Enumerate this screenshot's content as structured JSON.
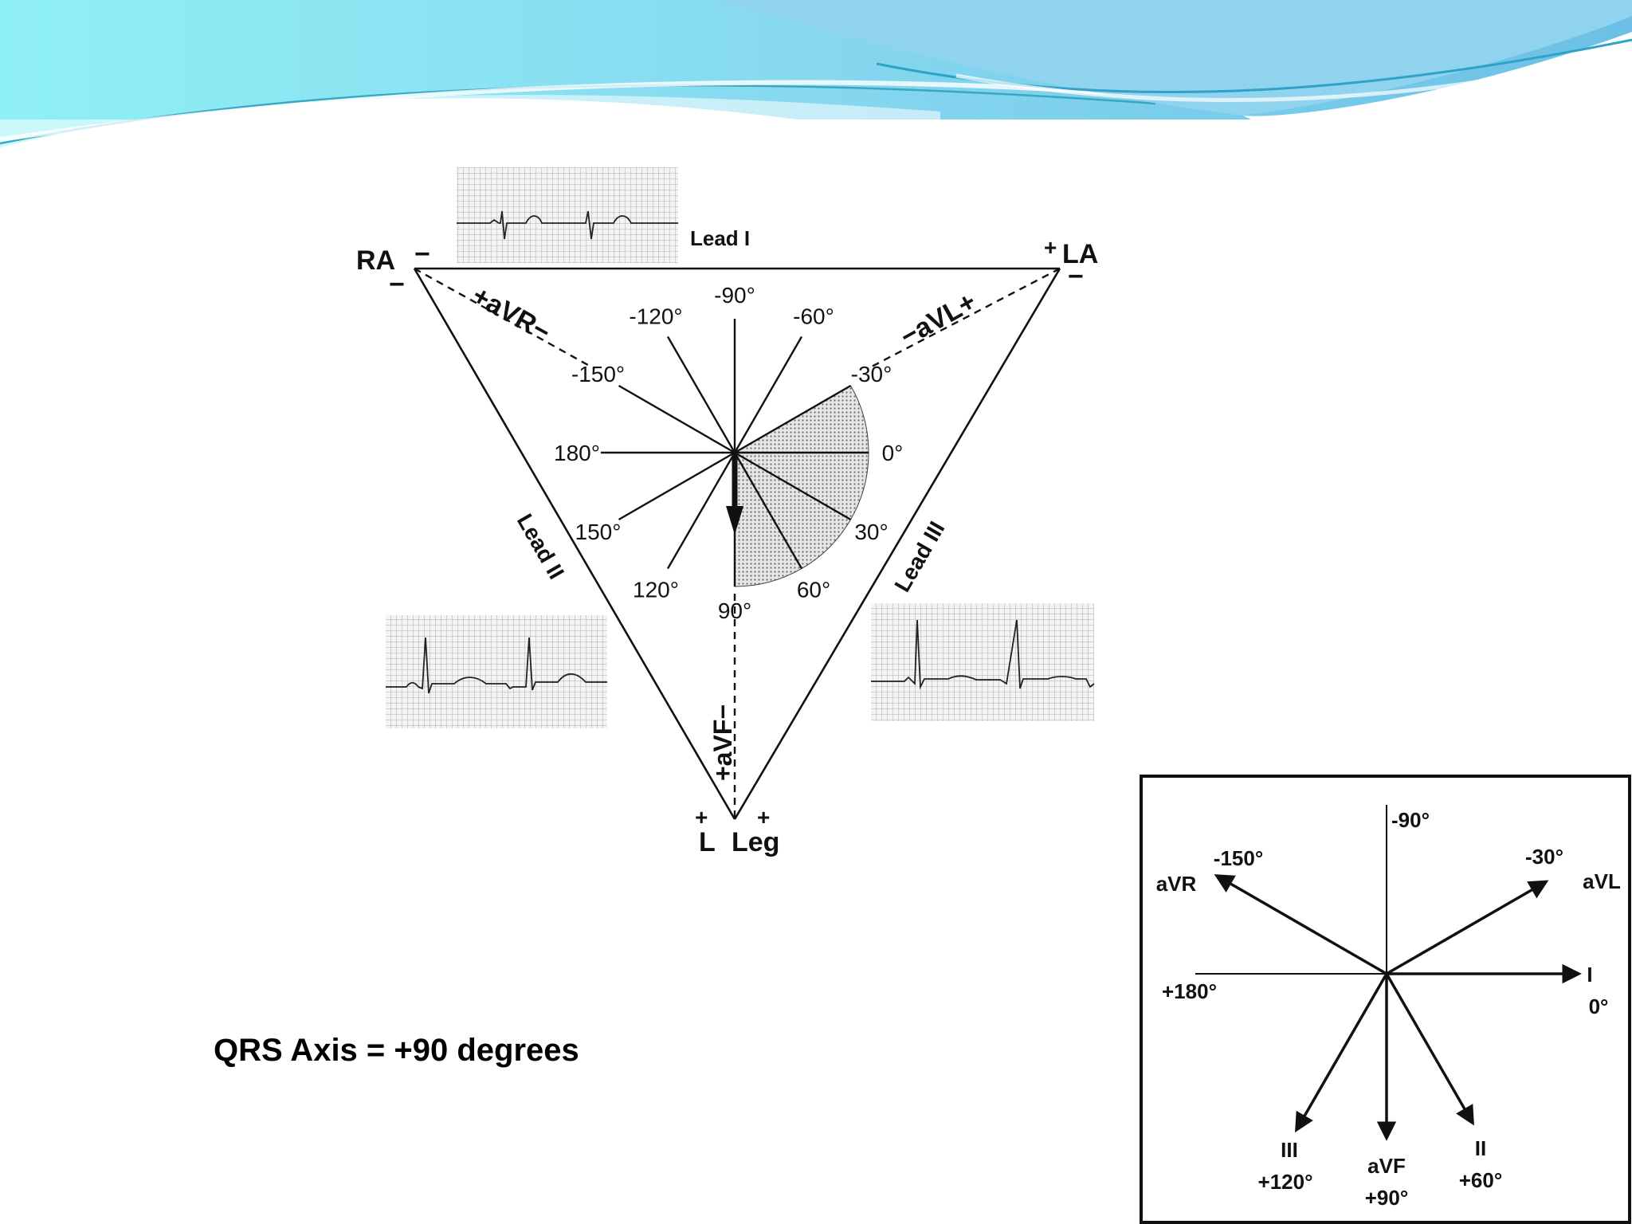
{
  "slide": {
    "caption": "QRS Axis = +90 degrees",
    "colors": {
      "wave_light": "#8fe8f2",
      "wave_mid": "#7ccfe6",
      "wave_dark": "#3fb3cf",
      "ink": "#111111",
      "sector": "#bdbdbd"
    }
  },
  "triangle": {
    "ra_label": "RA",
    "la_label": "LA",
    "leg_label_l": "L",
    "leg_label_leg": "Leg",
    "plus": "+",
    "minus": "−",
    "lead_i_label": "Lead I",
    "lead_ii_label": "Lead II",
    "lead_iii_label": "Lead III",
    "avr_label": "+aVR−",
    "avl_label": "−aVL+",
    "avf_label": "+aVF−",
    "axis_arrow_degrees": 90,
    "shaded_sector_degrees": [
      -30,
      90
    ],
    "hex_ticks": [
      {
        "deg": -150,
        "label": "-150°"
      },
      {
        "deg": -120,
        "label": "-120°"
      },
      {
        "deg": -90,
        "label": "-90°"
      },
      {
        "deg": -60,
        "label": "-60°"
      },
      {
        "deg": -30,
        "label": "-30°"
      },
      {
        "deg": 0,
        "label": "0°"
      },
      {
        "deg": 30,
        "label": "30°"
      },
      {
        "deg": 60,
        "label": "60°"
      },
      {
        "deg": 90,
        "label": "90°"
      },
      {
        "deg": 120,
        "label": "120°"
      },
      {
        "deg": 150,
        "label": "150°"
      },
      {
        "deg": 180,
        "label": "180°"
      }
    ]
  },
  "reference_box": {
    "top_label": "-90°",
    "left_label": "+180°",
    "leads": [
      {
        "name": "I",
        "degrees": "0°",
        "deg": 0
      },
      {
        "name": "aVL",
        "degrees": "-30°",
        "deg": -30
      },
      {
        "name": "aVR",
        "degrees": "-150°",
        "deg": -150
      },
      {
        "name": "II",
        "degrees": "+60°",
        "deg": 60
      },
      {
        "name": "aVF",
        "degrees": "+90°",
        "deg": 90
      },
      {
        "name": "III",
        "degrees": "+120°",
        "deg": 120
      }
    ]
  }
}
